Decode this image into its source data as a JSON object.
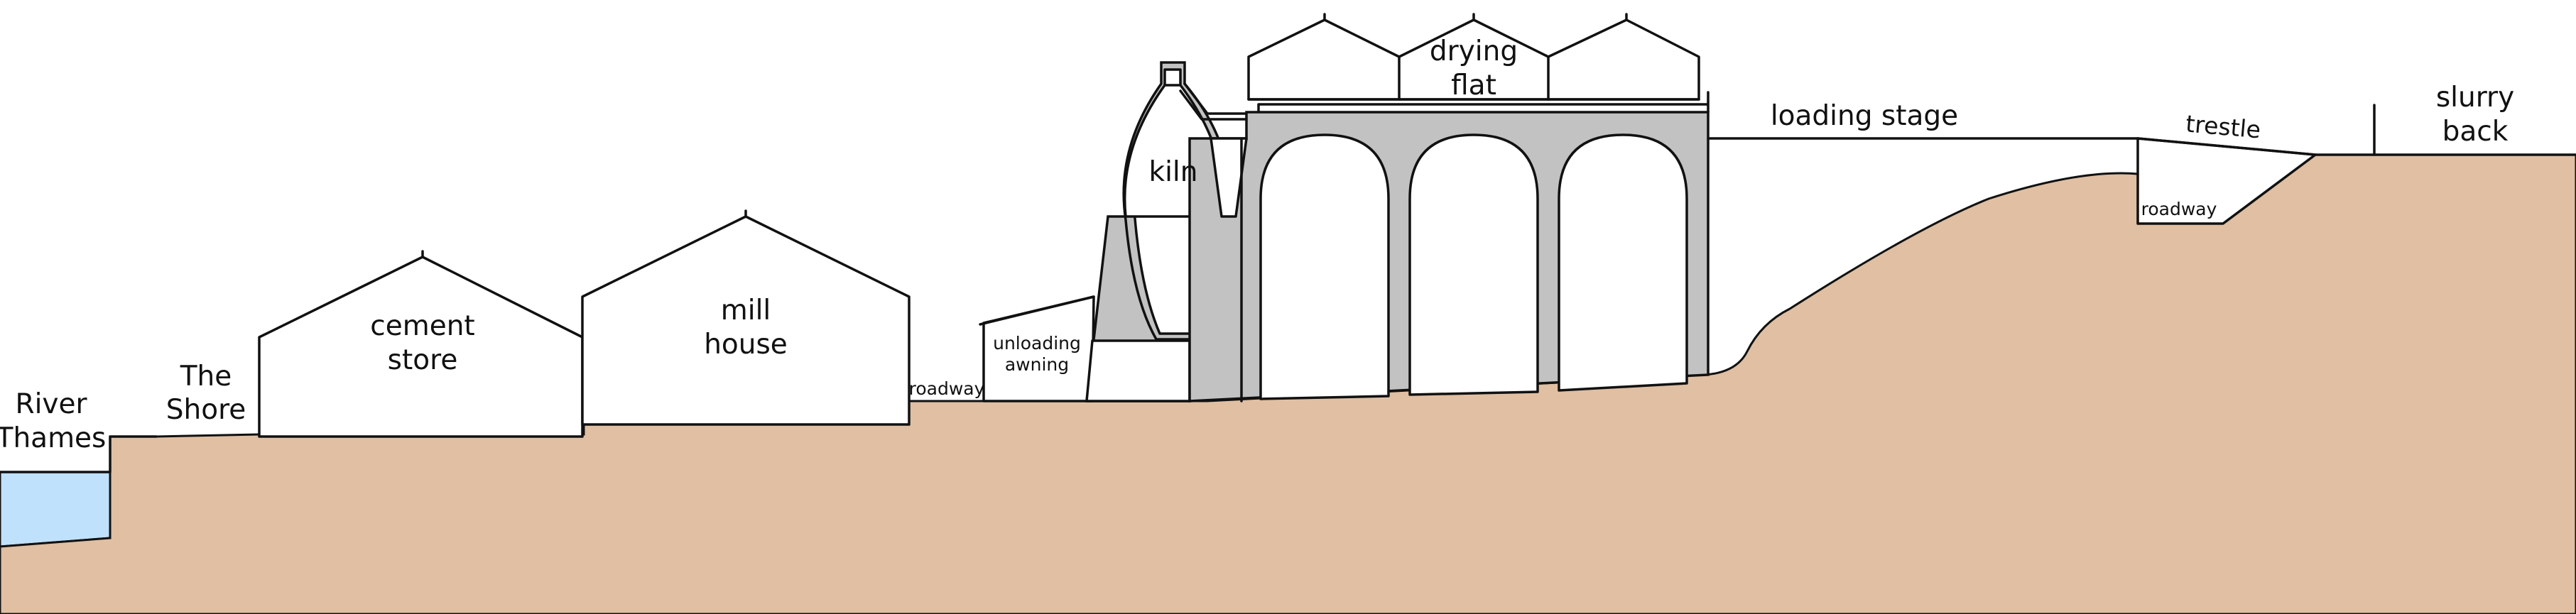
{
  "labels": {
    "river": [
      "River",
      "Thames"
    ],
    "shore": [
      "The",
      "Shore"
    ],
    "cement_store": [
      "cement",
      "store"
    ],
    "mill_house": [
      "mill",
      "house"
    ],
    "roadway_left": "roadway",
    "unloading_awning": [
      "unloading",
      "awning"
    ],
    "kiln": "kiln",
    "drying_flat": [
      "drying",
      "flat"
    ],
    "loading_stage": "loading stage",
    "trestle": "trestle",
    "roadway_right": "roadway",
    "slurry_back": [
      "slurry",
      "back"
    ]
  },
  "colors": {
    "ground": "#e0bfa2",
    "water": "#c0e1fb",
    "masonry": "#c2c2c2",
    "outline": "#111111",
    "building": "#ffffff"
  }
}
